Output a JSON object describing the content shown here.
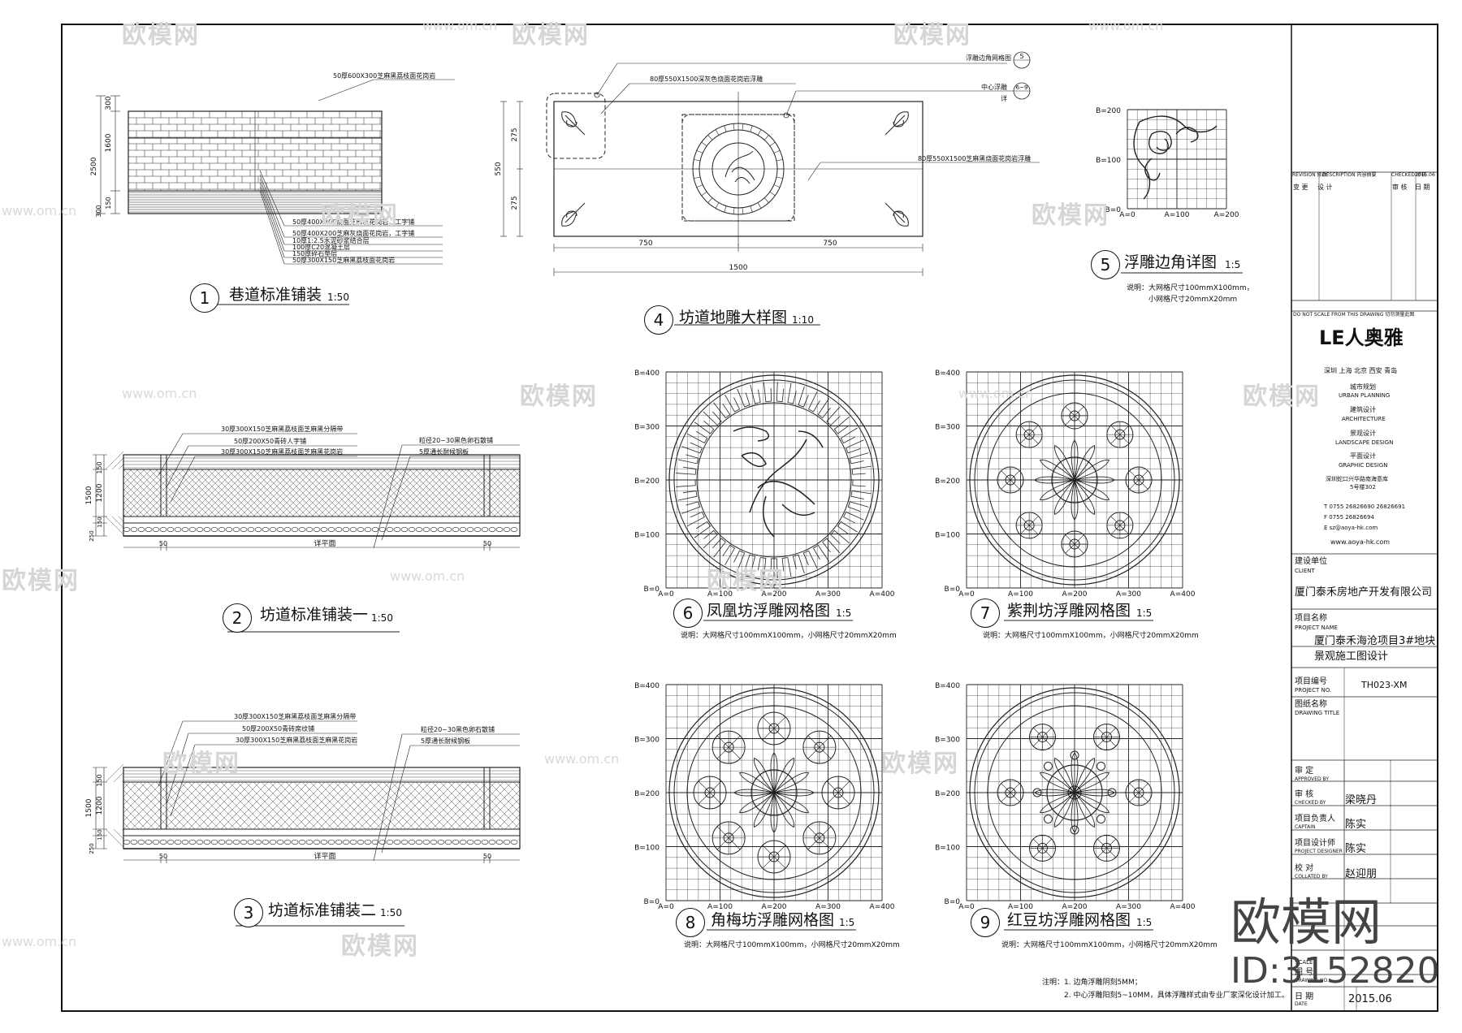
{
  "drawings": {
    "d1": {
      "num": "1",
      "title": "巷道标准铺装",
      "scale": "1:50",
      "labels": [
        "50厚600X300芝麻黑荔枝面花岗岩",
        "50厚400X200烧面芝麻灰花岗岩，工字铺",
        "50厚400X200芝麻灰烧面花岗岩，工字铺",
        "10厚1:2.5水泥砂浆结合层",
        "100厚C20混凝土层",
        "150厚碎石垫层",
        "50厚300X150芝麻黑荔枝面花岗岩"
      ],
      "dims": [
        "300",
        "1600",
        "2500",
        "150",
        "300"
      ]
    },
    "d2": {
      "num": "2",
      "title": "坊道标准铺装一",
      "scale": "1:50",
      "labels": [
        "30厚300X150芝麻黑荔枝面芝麻黑分隔带",
        "50厚200X50青砖人字铺",
        "30厚300X150芝麻黑荔枝面芝麻黑花岗岩",
        "粒径20~30黑色卵石散铺",
        "5厚通长耐候钢板"
      ],
      "dims": [
        "150",
        "1200",
        "1500",
        "150",
        "250"
      ],
      "sub": "详平面",
      "dim50": "50"
    },
    "d3": {
      "num": "3",
      "title": "坊道标准铺装二",
      "scale": "1:50",
      "labels": [
        "30厚300X150芝麻黑荔枝面芝麻黑分隔带",
        "50厚200X50青砖席纹铺",
        "30厚300X150芝麻黑荔枝面芝麻黑花岗岩",
        "粒径20~30黑色卵石散铺",
        "5厚通长耐候钢板"
      ],
      "dims": [
        "150",
        "1200",
        "1500",
        "150",
        "250"
      ],
      "sub": "详平面",
      "dim50": "50"
    },
    "d4": {
      "num": "4",
      "title": "坊道地雕大样图",
      "scale": "1:10",
      "labels": [
        "80厚550X1500深灰色烧面花岗岩浮雕",
        "80厚550X1500芝麻黑烧面花岗岩浮雕",
        "浮雕边角网格图",
        "中心浮雕",
        "详"
      ],
      "refs": [
        "5",
        "6~9"
      ],
      "dims": [
        "750",
        "750",
        "1500",
        "275",
        "275",
        "550"
      ]
    },
    "d5": {
      "num": "5",
      "title": "浮雕边角详图",
      "scale": "1:5",
      "note1": "说明：大网格尺寸100mmX100mm，",
      "note2": "小网格尺寸20mmX20mm",
      "axisY": [
        "B=200",
        "B=100",
        "B=0"
      ],
      "axisX": [
        "A=0",
        "A=100",
        "A=200"
      ]
    },
    "d6": {
      "num": "6",
      "title": "凤凰坊浮雕网格图",
      "scale": "1:5"
    },
    "d7": {
      "num": "7",
      "title": "紫荆坊浮雕网格图",
      "scale": "1:5"
    },
    "d8": {
      "num": "8",
      "title": "角梅坊浮雕网格图",
      "scale": "1:5"
    },
    "d9": {
      "num": "9",
      "title": "红豆坊浮雕网格图",
      "scale": "1:5"
    },
    "gridNote": "说明：大网格尺寸100mmX100mm，小网格尺寸20mmX20mm",
    "axisY": [
      "B=400",
      "B=300",
      "B=200",
      "B=100",
      "B=0"
    ],
    "axisX": [
      "A=0",
      "A=100",
      "A=200",
      "A=300",
      "A=400"
    ]
  },
  "notes": {
    "l1": "注明：1. 边角浮雕阴刻5MM；",
    "l2": "2. 中心浮雕阳刻5~10MM，具体浮雕样式由专业厂家深化设计加工。"
  },
  "titleblock": {
    "revision": "REVISION 修改",
    "description": "DESCRIPTION 内容摘要",
    "checked": "CHECKED 审核",
    "date": "2015.06",
    "revcol": [
      "变 更",
      "设 计",
      "审 核",
      "日 期"
    ],
    "donotscale": "DO NOT SCALE FROM THIS DRAWING  切勿测量此图",
    "logo": "LE人奥雅",
    "cities": "深圳  上海  北京  西安  青岛",
    "disciplines": [
      "城市规划",
      "URBAN PLANNING",
      "建筑设计",
      "ARCHITECTURE",
      "景观设计",
      "LANDSCAPE DESIGN",
      "平面设计",
      "GRAPHIC DESIGN"
    ],
    "address": [
      "深圳蛇口兴华路南海意库",
      "5号楼302",
      "T 0755 26826690 26826691",
      "F 0755 26826694",
      "E sz@aoya-hk.com",
      "www.aoya-hk.com"
    ],
    "client_label": "建设单位",
    "client_en": "CLIENT",
    "client": "厦门泰禾房地产开发有限公司",
    "project_label": "项目名称",
    "project_en": "PROJECT NAME",
    "project1": "厦门泰禾海沧项目3#地块",
    "project2": "景观施工图设计",
    "projno_label": "项目编号",
    "projno_en": "PROJECT NO.",
    "projno": "TH023-XM",
    "drawtitle_label": "图纸名称",
    "drawtitle_en": "DRAWING TITLE",
    "approved_label": "审 定",
    "approved_en": "APPROVED BY",
    "checked_label": "审 核",
    "checked_en": "CHECKED BY",
    "checked_name": "梁晓丹",
    "captain_label": "项目负责人",
    "captain_en": "CAPTAIN",
    "captain_name": "陈实",
    "designer_label": "项目设计师",
    "designer_en": "PROJECT DESIGNER",
    "designer_name": "陈实",
    "collated_label": "校 对",
    "collated_en": "COLLATED BY",
    "collated_name": "赵迎朋",
    "scale_en": "SCALE",
    "drawno_label": "图 号",
    "drawno_en": "DRAWING NO.",
    "date_label": "日 期",
    "date_en": "DATE"
  },
  "watermark": {
    "brand": "欧模网",
    "url": "www.om.cn",
    "id": "ID:3152820"
  }
}
